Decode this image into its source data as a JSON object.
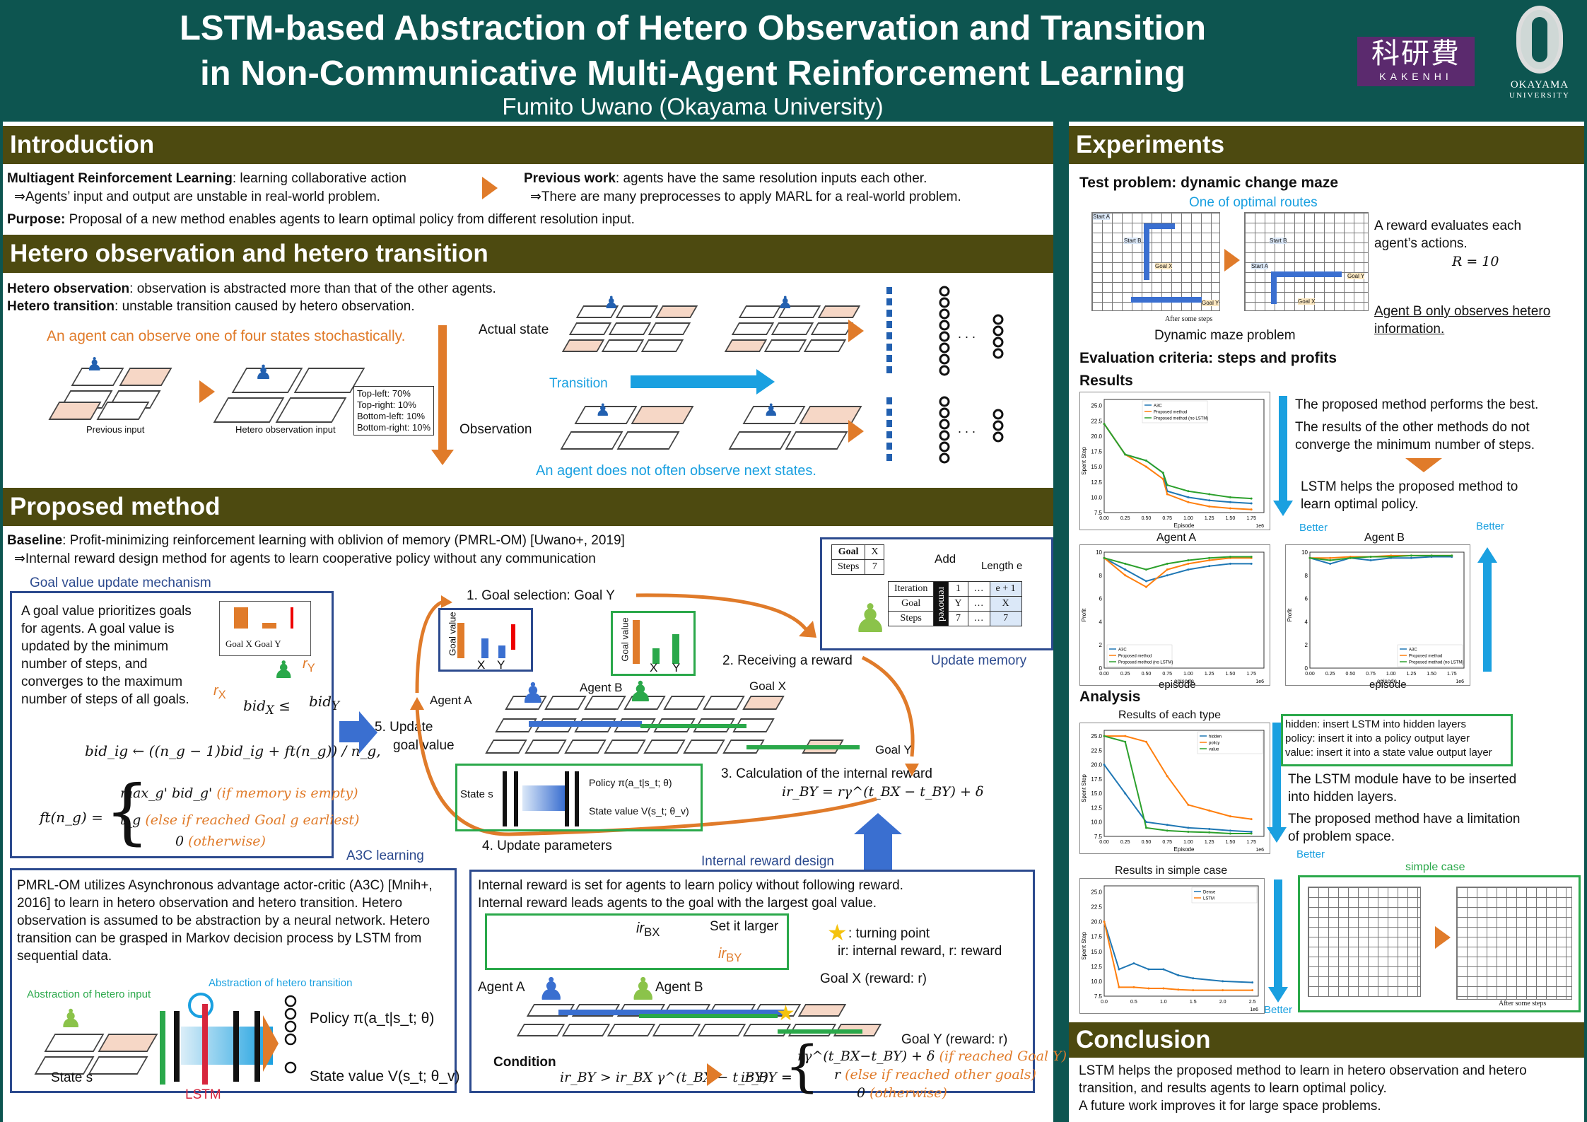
{
  "header": {
    "title_line1": "LSTM-based Abstraction of Hetero Observation and Transition",
    "title_line2": "in Non-Communicative Multi-Agent Reinforcement Learning",
    "author": "Fumito Uwano (Okayama University)",
    "kakenhi_kanji": "科研費",
    "kakenhi_latin": "KAKENHI",
    "university_line1": "OKAYAMA",
    "university_line2": "UNIVERSITY"
  },
  "intro": {
    "heading": "Introduction",
    "marl_bold": "Multiagent Reinforcement Learning",
    "marl_rest": ": learning collaborative action",
    "marl_sub": "⇒Agents’ input and output are unstable in real-world problem.",
    "prev_bold": "Previous work",
    "prev_rest": ": agents have the same resolution inputs each other.",
    "prev_sub": "⇒There are many preprocesses to apply MARL for a real-world problem.",
    "purpose_bold": "Purpose:",
    "purpose_rest": " Proposal of a new method enables agents to learn optimal policy from different resolution input."
  },
  "hetero": {
    "heading": "Hetero observation and hetero transition",
    "obs_bold": "Hetero observation",
    "obs_rest": ": observation is abstracted more than that of the other agents.",
    "trans_bold": "Hetero transition",
    "trans_rest": ": unstable transition caused by hetero observation.",
    "orange_note": "An agent can observe one of four states stochastically.",
    "prob_lines": [
      "Top-left: 70%",
      "Top-right: 10%",
      "Bottom-left: 10%",
      "Bottom-right: 10%"
    ],
    "prev_input": "Previous input",
    "hetero_input": "Hetero observation  input",
    "actual_state": "Actual state",
    "transition": "Transition",
    "observation": "Observation",
    "blue_note": "An agent does not often observe next states.",
    "dots": ". . ."
  },
  "proposed": {
    "heading": "Proposed method",
    "baseline_bold": "Baseline",
    "baseline_rest": ": Profit-minimizing reinforcement learning with oblivion of memory (PMRL-OM) [Uwano+, 2019]",
    "baseline_sub": "⇒Internal reward design method for agents to learn cooperative policy without any communication",
    "goal_value_title": "Goal value update mechanism",
    "goal_value_text": "A goal value prioritizes goals for agents. A goal value is updated by the minimum number of steps, and converges to the maximum number of steps of all goals.",
    "goal_x_y": "Goal X  Goal Y",
    "r_x": "r",
    "r_y": "r",
    "bid_x": "bid",
    "bid_y": "bid",
    "le": "≤",
    "eq1": "bid_ig ← ((n_g − 1)bid_ig + ft(n_g)) / n_g,",
    "ft_lhs": "ft(n_g) =",
    "ft_case1": "max_g' bid_g'",
    "ft_case1_note": "(if memory is empty)",
    "ft_case2": "t_g",
    "ft_case2_note": "(else if reached Goal g earliest)",
    "ft_case3": "0",
    "ft_case3_note": "(otherwise)",
    "step1": "1. Goal selection: Goal Y",
    "step2": "2. Receiving a reward",
    "step3": "3. Calculation of the internal reward",
    "step3_eq": "ir_BY = rγ^(t_BX − t_BY) + δ",
    "step4": "4. Update parameters",
    "step5_a": "5. Update",
    "step5_b": "goal value",
    "goal_value_axis": "Goal value",
    "x_label": "X",
    "y_label": "Y",
    "agent_a": "Agent A",
    "agent_b": "Agent B",
    "goal_x": "Goal X",
    "goal_y": "Goal Y",
    "state_s": "State s",
    "policy": "Policy π(a_t|s_t; θ)",
    "state_value": "State value V(s_t; θ_v)",
    "update_memory": "Update memory",
    "add": "Add",
    "length_e": "Length e",
    "mem_small": {
      "goal": "Goal",
      "goal_v": "X",
      "steps": "Steps",
      "steps_v": "7"
    },
    "mem_table": {
      "iteration": "Iteration",
      "goal": "Goal",
      "steps": "Steps",
      "removed": "removed",
      "col1": [
        "1",
        "Y",
        "7"
      ],
      "col2": [
        "…",
        "…",
        "…"
      ],
      "col3": [
        "e + 1",
        "X",
        "7"
      ]
    },
    "a3c_label": "A3C learning",
    "a3c_text": "PMRL-OM utilizes Asynchronous advantage actor-critic (A3C) [Mnih+, 2016] to learn in hetero observation and hetero transition. Hetero observation is assumed to be abstraction by a neural network. Hetero transition can be grasped in Markov decision process by LSTM from sequential data.",
    "abs_trans": "Abstraction of hetero transition",
    "abs_input": "Abstraction of hetero input",
    "lstm": "LSTM",
    "state_s2": "State s",
    "policy2": "Policy π(a_t|s_t; θ)",
    "state_value2": "State value V(s_t; θ_v)",
    "ird_label": "Internal reward design",
    "ird_text1": "Internal reward is set for agents to learn policy without following reward.",
    "ird_text2": "Internal reward leads agents to the goal with the largest goal value.",
    "ir_bx": "ir",
    "ir_by": "ir",
    "set_larger": "Set it larger",
    "turning_point": ": turning point",
    "ir_legend": "ir: internal reward, r: reward",
    "goal_x_reward": "Goal X (reward: r)",
    "goal_y_reward": "Goal Y (reward: r)",
    "condition": "Condition",
    "condition_eq": "ir_BY > ir_BX γ^(t_BX − t_BY)",
    "ir_by_lhs": "ir_BY =",
    "case1": "rγ^(t_BX−t_BY) + δ",
    "case1_note": "(if reached Goal Y)",
    "case2": "r",
    "case2_note": "(else if reached other goals)",
    "case3": "0",
    "case3_note": "(otherwise)"
  },
  "experiments": {
    "heading": "Experiments",
    "test_problem": "Test problem: dynamic change maze",
    "optimal_routes": "One of optimal routes",
    "reward_text_1": "A reward evaluates each",
    "reward_text_2": "agent’s actions.",
    "reward_eq": "R = 10",
    "agent_b_text_1": "Agent  B only observes hetero",
    "agent_b_text_2": "information.",
    "maze_caption": "Dynamic maze problem",
    "after_steps": "After some steps",
    "maze_labels": {
      "start_a": "Start A",
      "start_b": "Start B",
      "goal_x": "Goal X",
      "goal_y": "Goal Y"
    },
    "eval_criteria": "Evaluation criteria: steps and profits",
    "results": "Results",
    "res_text1": "The proposed method performs the best.",
    "res_text2a": "The results of the other methods do not",
    "res_text2b": "converge the minimum  number  of steps.",
    "res_text3a": "LSTM helps the proposed method to",
    "res_text3b": "learn optimal policy.",
    "better": "Better",
    "agent_a": "Agent A",
    "agent_b": "Agent B",
    "episode": "episode",
    "analysis": "Analysis",
    "results_each": "Results of each type",
    "hidden_note": "hidden: insert LSTM into hidden layers",
    "policy_note": "policy: insert it into a policy output layer",
    "value_note": "value: insert it into a state value output layer",
    "ana_text1a": "The LSTM module  have to be inserted",
    "ana_text1b": "into hidden layers.",
    "ana_text2a": "The proposed method  have a limitation",
    "ana_text2b": "of problem space.",
    "results_simple": "Results in simple case",
    "simple_case": "simple case"
  },
  "conclusion": {
    "heading": "Conclusion",
    "text1": "LSTM helps the proposed method to learn in hetero observation and hetero transition, and results agents to learn optimal policy.",
    "text2": "A future work improves it for large space problems."
  },
  "colors": {
    "header_bg": "#0d5550",
    "section_bg": "#4d4a10",
    "accent_orange": "#e07b2a",
    "accent_blue": "#1aa0e0",
    "accent_green": "#2aa84a",
    "box_blue": "#2c4a8e"
  },
  "chart_data": [
    {
      "type": "line",
      "title": "",
      "ylabel": "Spent Step",
      "xlabel": "Episode",
      "x_multiplier": "1e6",
      "x_ticks": [
        "0.00",
        "0.25",
        "0.50",
        "0.75",
        "1.00",
        "1.25",
        "1.50",
        "1.75"
      ],
      "y_ticks": [
        "7.5",
        "10.0",
        "12.5",
        "15.0",
        "17.5",
        "20.0",
        "22.5",
        "25.0"
      ],
      "ylim": [
        7.5,
        26
      ],
      "xlim": [
        0,
        1.9
      ],
      "legend": "top-center",
      "series": [
        {
          "name": "A3C",
          "color": "#1f77b4",
          "x": [
            0.0,
            0.25,
            0.5,
            0.7,
            0.75,
            1.0,
            1.25,
            1.5,
            1.75
          ],
          "y": [
            22,
            17,
            16,
            14,
            11,
            10,
            9.5,
            9.2,
            9.0
          ]
        },
        {
          "name": "Proposed method",
          "color": "#ff7f0e",
          "x": [
            0.0,
            0.25,
            0.5,
            0.7,
            0.75,
            1.0,
            1.25,
            1.5,
            1.75
          ],
          "y": [
            22,
            17,
            15,
            13,
            10.5,
            9.2,
            8.5,
            8.2,
            8.0
          ]
        },
        {
          "name": "Proposed method (no LSTM)",
          "color": "#2ca02c",
          "x": [
            0.0,
            0.25,
            0.5,
            0.7,
            0.75,
            1.0,
            1.25,
            1.5,
            1.75
          ],
          "y": [
            22,
            17,
            16,
            14,
            12,
            11,
            10.5,
            10,
            9.8
          ]
        }
      ]
    },
    {
      "type": "line",
      "title": "Agent A",
      "ylabel": "Profit",
      "xlabel": "episode",
      "x_multiplier": "1e6",
      "x_ticks": [
        "0.00",
        "0.25",
        "0.50",
        "0.75",
        "1.00",
        "1.25",
        "1.50",
        "1.75"
      ],
      "y_ticks": [
        "0",
        "2",
        "4",
        "6",
        "8",
        "10"
      ],
      "ylim": [
        0,
        10
      ],
      "xlim": [
        0,
        1.9
      ],
      "legend": "bottom-left",
      "series": [
        {
          "name": "A3C",
          "color": "#1f77b4",
          "x": [
            0.0,
            0.25,
            0.5,
            0.75,
            1.0,
            1.25,
            1.5,
            1.75
          ],
          "y": [
            9.5,
            8.5,
            7.5,
            8.0,
            8.5,
            8.8,
            9.0,
            9.0
          ]
        },
        {
          "name": "Proposed method",
          "color": "#ff7f0e",
          "x": [
            0.0,
            0.25,
            0.5,
            0.75,
            1.0,
            1.25,
            1.5,
            1.75
          ],
          "y": [
            9.5,
            8.0,
            7.0,
            8.5,
            9.0,
            9.3,
            9.5,
            9.5
          ]
        },
        {
          "name": "Proposed method (no LSTM)",
          "color": "#2ca02c",
          "x": [
            0.0,
            0.25,
            0.5,
            0.75,
            1.0,
            1.25,
            1.5,
            1.75
          ],
          "y": [
            9.5,
            9.0,
            8.5,
            9.0,
            9.3,
            9.5,
            9.6,
            9.6
          ]
        }
      ]
    },
    {
      "type": "line",
      "title": "Agent B",
      "ylabel": "Profit",
      "xlabel": "episode",
      "x_multiplier": "1e6",
      "x_ticks": [
        "0.00",
        "0.25",
        "0.50",
        "0.75",
        "1.00",
        "1.25",
        "1.50",
        "1.75"
      ],
      "y_ticks": [
        "0",
        "2",
        "4",
        "6",
        "8",
        "10"
      ],
      "ylim": [
        0,
        10
      ],
      "xlim": [
        0,
        1.9
      ],
      "legend": "bottom-right",
      "series": [
        {
          "name": "A3C",
          "color": "#1f77b4",
          "x": [
            0.0,
            0.25,
            0.5,
            0.75,
            1.0,
            1.25,
            1.5,
            1.75
          ],
          "y": [
            9.5,
            9.0,
            9.5,
            9.3,
            9.5,
            9.5,
            9.6,
            9.6
          ]
        },
        {
          "name": "Proposed method",
          "color": "#ff7f0e",
          "x": [
            0.0,
            0.25,
            0.5,
            0.75,
            1.0,
            1.25,
            1.5,
            1.75
          ],
          "y": [
            9.5,
            9.5,
            9.6,
            9.6,
            9.7,
            9.7,
            9.7,
            9.7
          ]
        },
        {
          "name": "Proposed method (no LSTM)",
          "color": "#2ca02c",
          "x": [
            0.0,
            0.25,
            0.5,
            0.75,
            1.0,
            1.25,
            1.5,
            1.75
          ],
          "y": [
            9.5,
            9.3,
            9.5,
            9.6,
            9.6,
            9.7,
            9.7,
            9.7
          ]
        }
      ]
    },
    {
      "type": "line",
      "title": "",
      "ylabel": "Spent Step",
      "xlabel": "Episode",
      "x_multiplier": "1e6",
      "x_ticks": [
        "0.00",
        "0.25",
        "0.50",
        "0.75",
        "1.00",
        "1.25",
        "1.50",
        "1.75"
      ],
      "y_ticks": [
        "7.5",
        "10.0",
        "12.5",
        "15.0",
        "17.5",
        "20.0",
        "22.5",
        "25.0"
      ],
      "ylim": [
        7.5,
        26
      ],
      "xlim": [
        0,
        1.9
      ],
      "legend": "top-right",
      "series": [
        {
          "name": "hidden",
          "color": "#1f77b4",
          "x": [
            0.0,
            0.25,
            0.5,
            0.75,
            1.0,
            1.25,
            1.5,
            1.75
          ],
          "y": [
            20,
            15,
            10,
            9.5,
            9.0,
            8.8,
            8.5,
            8.3
          ]
        },
        {
          "name": "policy",
          "color": "#ff7f0e",
          "x": [
            0.0,
            0.25,
            0.5,
            0.75,
            1.0,
            1.25,
            1.5,
            1.75
          ],
          "y": [
            25,
            25,
            24,
            18,
            13,
            12,
            11,
            10.5
          ]
        },
        {
          "name": "value",
          "color": "#2ca02c",
          "x": [
            0.0,
            0.25,
            0.5,
            0.75,
            1.0,
            1.25,
            1.5,
            1.75
          ],
          "y": [
            25,
            24,
            9.0,
            8.5,
            8.3,
            8.2,
            8.0,
            8.0
          ]
        }
      ]
    },
    {
      "type": "line",
      "title": "",
      "ylabel": "Spent Step",
      "xlabel": "",
      "x_multiplier": "1e6",
      "x_ticks": [
        "0.0",
        "0.5",
        "1.0",
        "1.5",
        "2.0",
        "2.5"
      ],
      "y_ticks": [
        "7.5",
        "10.0",
        "12.5",
        "15.0",
        "17.5",
        "20.0",
        "22.5",
        "25.0"
      ],
      "ylim": [
        7.5,
        26
      ],
      "xlim": [
        0,
        2.6
      ],
      "legend": "top-right",
      "series": [
        {
          "name": "Dense",
          "color": "#1f77b4",
          "x": [
            0.0,
            0.25,
            0.5,
            0.75,
            1.0,
            1.25,
            1.5,
            2.0,
            2.5
          ],
          "y": [
            20,
            12,
            13,
            12,
            12,
            11,
            10.5,
            10,
            9.8
          ]
        },
        {
          "name": "LSTM",
          "color": "#ff7f0e",
          "x": [
            0.0,
            0.25,
            0.5,
            0.75,
            1.0,
            1.25,
            1.5,
            2.0,
            2.5
          ],
          "y": [
            20,
            9.0,
            9.0,
            8.8,
            8.8,
            8.6,
            8.5,
            8.5,
            8.5
          ]
        }
      ]
    }
  ]
}
